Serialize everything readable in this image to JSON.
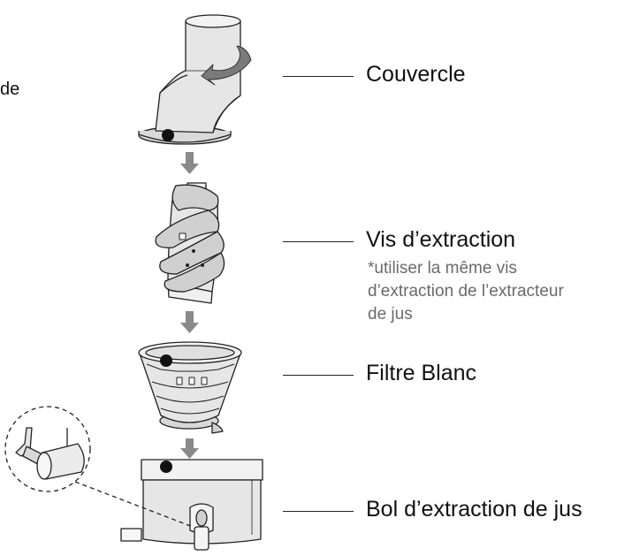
{
  "clipped_text": "de",
  "parts": {
    "couvercle": "Couvercle",
    "vis": "Vis d’extraction",
    "vis_note": [
      "*utiliser la même vis",
      "d’extraction de l’extracteur",
      "de jus"
    ],
    "filtre": "Filtre Blanc",
    "bol": "Bol d’extraction de jus"
  },
  "colors": {
    "line": "#222222",
    "part_fill": "#e6e6e6",
    "dot": "#111111",
    "arrow": "#8a8a8a",
    "note_text": "#6a6a6a"
  },
  "icons": [
    "rotate-arrow-icon",
    "down-arrow-icon"
  ]
}
